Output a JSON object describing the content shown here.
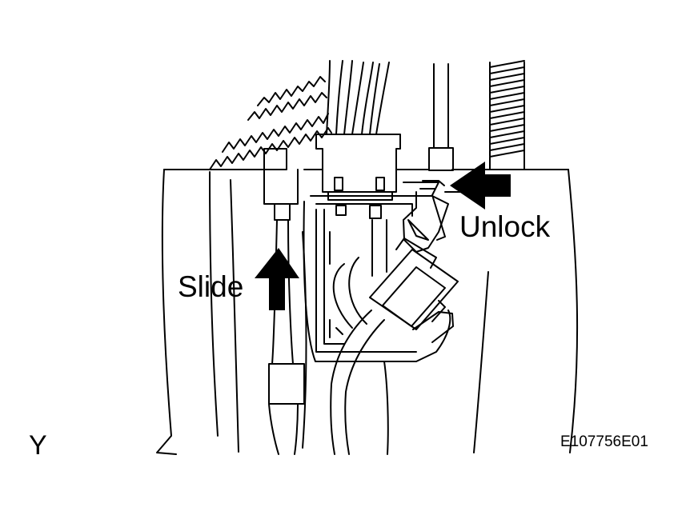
{
  "diagram": {
    "callouts": {
      "slide": "Slide",
      "unlock": "Unlock"
    },
    "view_label": "Y",
    "figure_code": "E107756E01"
  },
  "colors": {
    "ink": "#000000",
    "paper": "#ffffff"
  }
}
